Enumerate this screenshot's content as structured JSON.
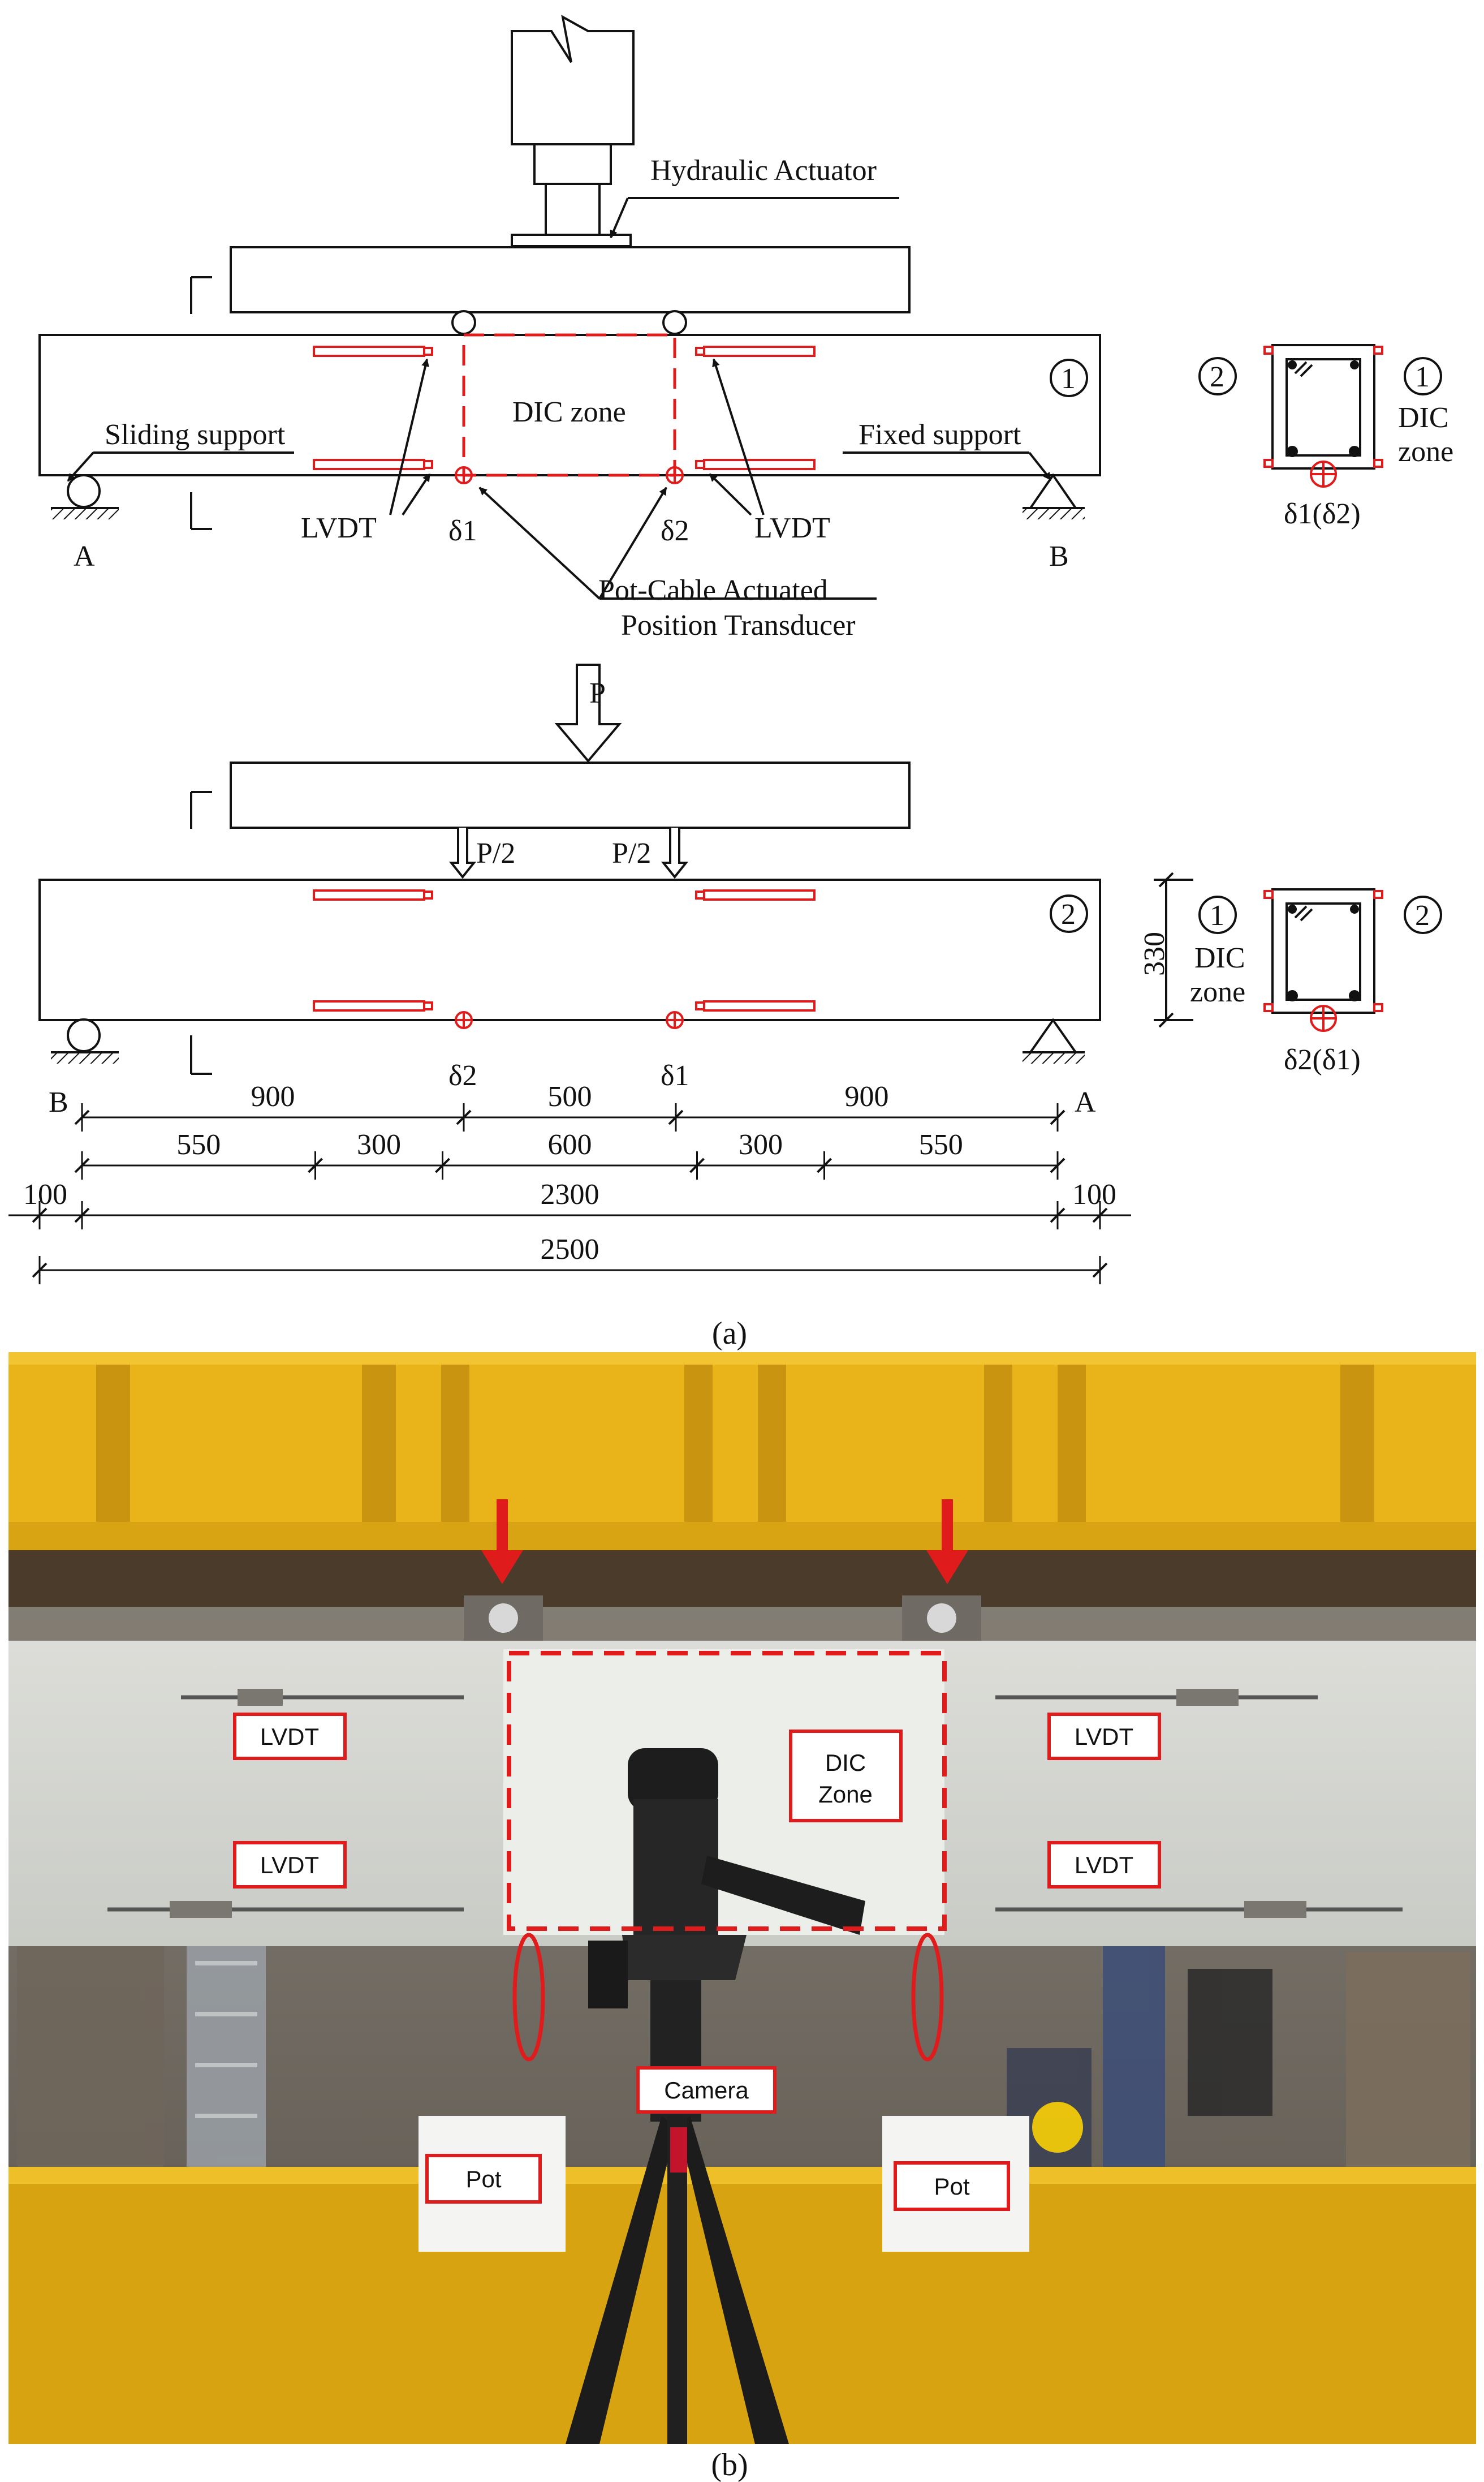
{
  "part_a": {
    "panel_label": "(a)",
    "upper": {
      "hydraulic_actuator": "Hydraulic Actuator",
      "dic_zone": "DIC zone",
      "sliding_support": "Sliding support",
      "fixed_support": "Fixed support",
      "lvdt_left": "LVDT",
      "lvdt_right": "LVDT",
      "delta_left": "δ1",
      "delta_right": "δ2",
      "pot_line1": "Pot-Cable Actuated",
      "pot_line2": "Position Transducer",
      "support_left": "A",
      "support_right": "B",
      "face_number": "1",
      "section": {
        "left_face": "2",
        "right_face": "1",
        "dic_line1": "DIC",
        "dic_line2": "zone",
        "delta": "δ1(δ2)"
      }
    },
    "lower": {
      "load": "P",
      "half_load_left": "P/2",
      "half_load_right": "P/2",
      "face_number": "2",
      "delta_left": "δ2",
      "delta_right": "δ1",
      "support_left": "B",
      "support_right": "A",
      "height_dim": "330",
      "section": {
        "left_face": "1",
        "right_face": "2",
        "dic_line1": "DIC",
        "dic_line2": "zone",
        "delta": "δ2(δ1)"
      }
    },
    "dimensions": {
      "row1": [
        "900",
        "500",
        "900"
      ],
      "row2": [
        "550",
        "300",
        "600",
        "300",
        "550"
      ],
      "row3": [
        "100",
        "2300",
        "100"
      ],
      "row4": [
        "2500"
      ]
    }
  },
  "part_b": {
    "panel_label": "(b)",
    "labels": {
      "lvdt_top_left": "LVDT",
      "lvdt_bottom_left": "LVDT",
      "lvdt_top_right": "LVDT",
      "lvdt_bottom_right": "LVDT",
      "dic_line1": "DIC",
      "dic_line2": "Zone",
      "camera": "Camera",
      "pot_left": "Pot",
      "pot_right": "Pot"
    },
    "colors": {
      "frame_yellow": "#e9b31a",
      "concrete": "#d6d7d2",
      "annotation_red": "#e01b1b"
    }
  }
}
